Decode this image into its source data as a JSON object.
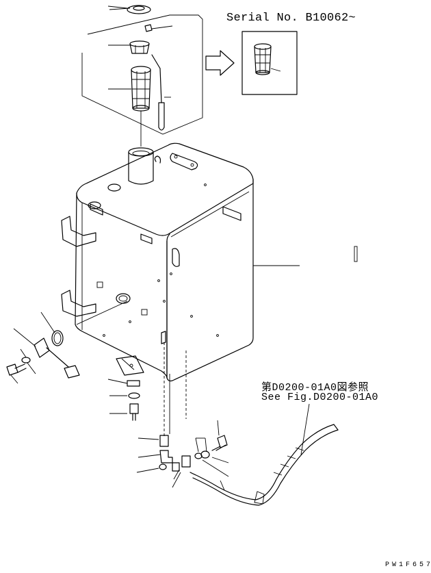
{
  "serial_label": "Serial No. B10062~",
  "reference": {
    "japanese": "第D0200-01A0図参照",
    "english": "See Fig.D0200-01A0"
  },
  "drawing_code": "PW1F657"
}
